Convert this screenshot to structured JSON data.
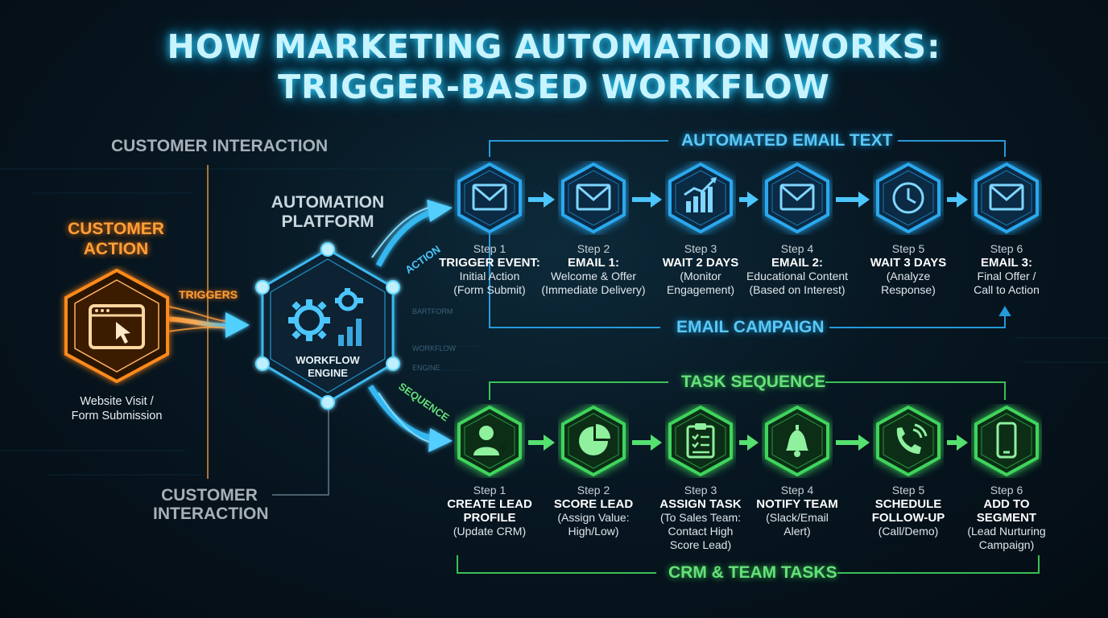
{
  "title": {
    "line1": "HOW MARKETING AUTOMATION WORKS:",
    "line2": "TRIGGER-BASED WORKFLOW"
  },
  "left": {
    "customer_interaction_top": "CUSTOMER INTERACTION",
    "customer_interaction_bottom_1": "CUSTOMER",
    "customer_interaction_bottom_2": "INTERACTION",
    "customer_action_1": "CUSTOMER",
    "customer_action_2": "ACTION",
    "action_desc_1": "Website Visit /",
    "action_desc_2": "Form Submission",
    "triggers": "TRIGGERS"
  },
  "platform": {
    "title_1": "AUTOMATION",
    "title_2": "PLATFORM",
    "engine_1": "WORKFLOW",
    "engine_2": "ENGINE",
    "action_label": "ACTION",
    "sequence_label": "SEQUENCE",
    "faint_labels": [
      "BARTFORM",
      "WORKFLOW",
      "ENGINE"
    ]
  },
  "email_track": {
    "heading": "AUTOMATED EMAIL TEXT",
    "footer": "EMAIL CAMPAIGN",
    "color": "#2aa8ee",
    "steps": [
      {
        "num": "Step 1",
        "head": "TRIGGER EVENT:",
        "desc": [
          "Initial Action",
          "(Form Submit)"
        ],
        "icon": "envelope-icon"
      },
      {
        "num": "Step 2",
        "head": "EMAIL 1:",
        "desc": [
          "Welcome & Offer",
          "(Immediate Delivery)"
        ],
        "icon": "envelope-icon"
      },
      {
        "num": "Step 3",
        "head": "WAIT 2 DAYS",
        "desc": [
          "(Monitor",
          "Engagement)"
        ],
        "icon": "bar-chart-icon"
      },
      {
        "num": "Step 4",
        "head": "EMAIL 2:",
        "desc": [
          "Educational Content",
          "(Based on Interest)"
        ],
        "icon": "envelope-icon"
      },
      {
        "num": "Step 5",
        "head": "WAIT 3 DAYS",
        "desc": [
          "(Analyze",
          "Response)"
        ],
        "icon": "clock-icon"
      },
      {
        "num": "Step 6",
        "head": "EMAIL 3:",
        "desc": [
          "Final Offer /",
          "Call to Action"
        ],
        "icon": "envelope-icon"
      }
    ]
  },
  "task_track": {
    "heading": "TASK SEQUENCE",
    "footer": "CRM & TEAM TASKS",
    "color": "#3fd45c",
    "steps": [
      {
        "num": "Step 1",
        "head": [
          "CREATE LEAD",
          "PROFILE"
        ],
        "desc": [
          "(Update CRM)"
        ],
        "icon": "user-add-icon"
      },
      {
        "num": "Step 2",
        "head": [
          "SCORE LEAD"
        ],
        "desc": [
          "(Assign Value:",
          "High/Low)"
        ],
        "icon": "pie-chart-icon"
      },
      {
        "num": "Step 3",
        "head": [
          "ASSIGN TASK"
        ],
        "desc": [
          "(To Sales Team:",
          "Contact High",
          "Score Lead)"
        ],
        "icon": "clipboard-icon"
      },
      {
        "num": "Step 4",
        "head": [
          "NOTIFY TEAM"
        ],
        "desc": [
          "(Slack/Email",
          "Alert)"
        ],
        "icon": "bell-icon"
      },
      {
        "num": "Step 5",
        "head": [
          "SCHEDULE",
          "FOLLOW-UP"
        ],
        "desc": [
          "(Call/Demo)"
        ],
        "icon": "phone-icon"
      },
      {
        "num": "Step 6",
        "head": [
          "ADD TO",
          "SEGMENT"
        ],
        "desc": [
          "(Lead Nurturing",
          "Campaign)"
        ],
        "icon": "mobile-icon"
      }
    ]
  },
  "colors": {
    "orange": "#ff8a1f",
    "blue": "#2aa8ee",
    "green": "#3fd45c",
    "title_glow": "#2fd0ff"
  }
}
